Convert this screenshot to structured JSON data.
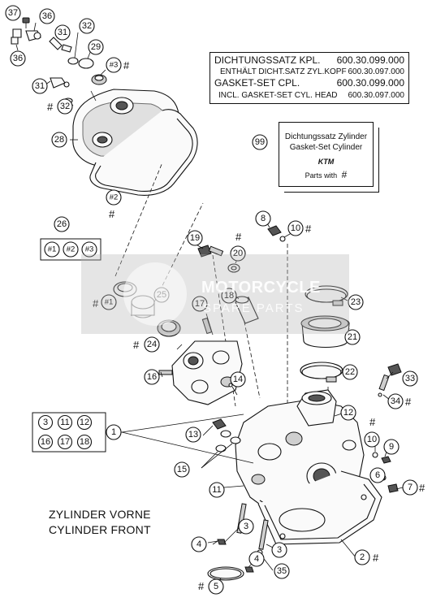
{
  "gasket_note": {
    "line1_label": "DICHTUNGSSATZ KPL.",
    "line1_number": "600.30.099.000",
    "line2_label": "ENTHÄLT DICHT.SATZ ZYL.KOPF",
    "line2_number": "600.30.097.000",
    "line3_label": "GASKET-SET CPL.",
    "line3_number": "600.30.099.000",
    "line4_label": "INCL. GASKET-SET CYL. HEAD",
    "line4_number": "600.30.097.000"
  },
  "gasket_box": {
    "callout": "99",
    "line1": "Dichtungssatz Zylinder",
    "line2": "Gasket-Set Cylinder",
    "brand": "KTM",
    "parts_label": "Parts with",
    "parts_symbol": "#"
  },
  "caption": {
    "line1": "ZYLINDER VORNE",
    "line2": "CYLINDER FRONT"
  },
  "watermark": {
    "title": "MOTORCYCLE",
    "subtitle": "SPARE PARTS"
  },
  "hash_symbol": "#",
  "callouts": {
    "c37": "37",
    "c36a": "36",
    "c36b": "36",
    "c31a": "31",
    "c31b": "31",
    "c32a": "32",
    "c32b": "32",
    "c29": "29",
    "c3h": "#3",
    "c28": "28",
    "c2h": "#2",
    "c26": "26",
    "g1": "#1",
    "g2": "#2",
    "g3": "#3",
    "c19": "19",
    "c20": "20",
    "c8": "8",
    "c10a": "10",
    "c18": "18",
    "c17": "17",
    "c23": "23",
    "c21": "21",
    "c1h": "#1",
    "c25": "25",
    "c24": "24",
    "c22": "22",
    "c16": "16",
    "c14": "14",
    "c33": "33",
    "c34": "34",
    "c12": "12",
    "c13": "13",
    "c10b": "10",
    "c9": "9",
    "c15": "15",
    "c6": "6",
    "c7": "7",
    "c11": "11",
    "c1": "1",
    "c3a": "3",
    "c3b": "3",
    "c4a": "4",
    "c4b": "4",
    "c35": "35",
    "c2": "2",
    "c5": "5",
    "grid": [
      "3",
      "11",
      "12",
      "16",
      "17",
      "18"
    ]
  }
}
